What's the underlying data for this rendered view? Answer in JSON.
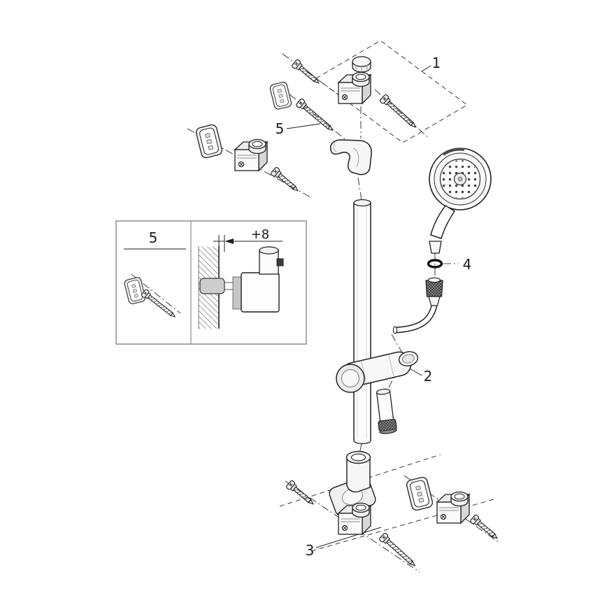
{
  "figure": {
    "type": "exploded-assembly-diagram",
    "background_color": "#ffffff",
    "line_color": "#1f1f1f",
    "construction_color": "#4a4a4a",
    "callouts": [
      {
        "label": "1"
      },
      {
        "label": "2"
      },
      {
        "label": "3"
      },
      {
        "label": "4"
      },
      {
        "label": "5"
      }
    ],
    "inset": {
      "label": "5",
      "dimension_label": "+8"
    },
    "parts": [
      "rail-end-cap",
      "mounting-bracket",
      "fixing-screws",
      "wall-plugs",
      "rail-wall-holder",
      "shower-rail",
      "hand-shower",
      "hose-gasket",
      "hose-connector-nut",
      "shower-hose",
      "rail-slider-holder",
      "handle-stub",
      "rail-bottom-bracket",
      "inset-wall-section"
    ]
  }
}
